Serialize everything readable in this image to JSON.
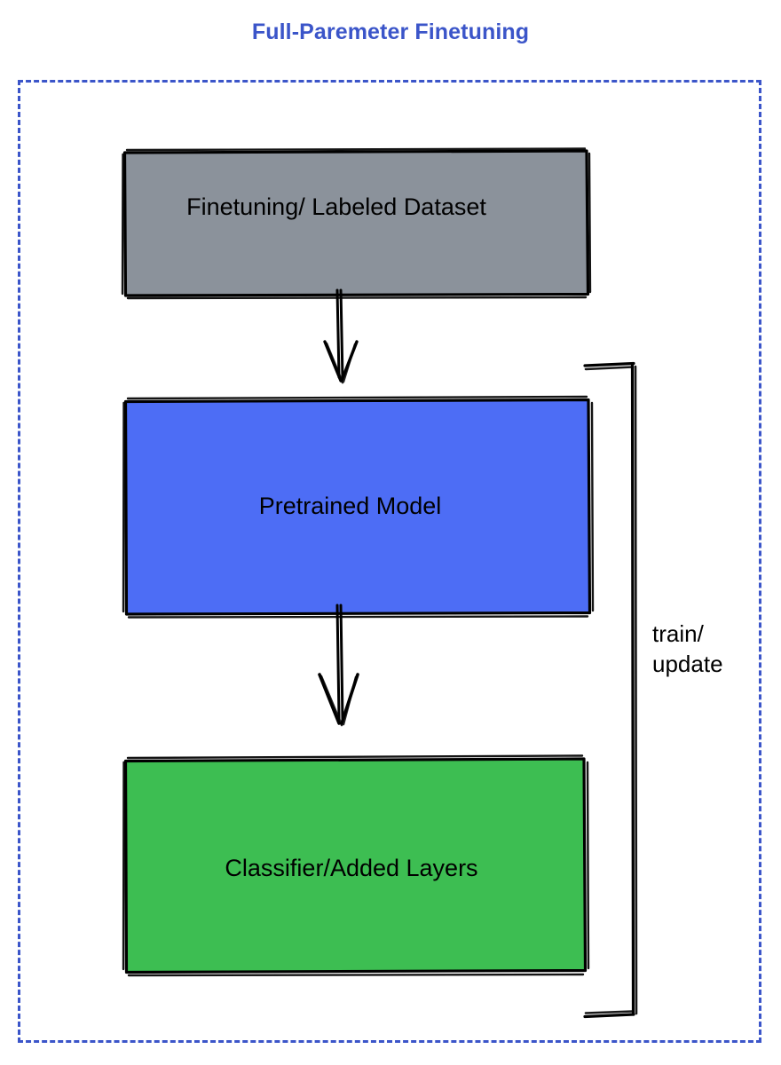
{
  "title": "Full-Paremeter Finetuning",
  "colors": {
    "title_text": "#3b55c9",
    "container_border": "#3b55c9",
    "dataset_fill": "#8b929b",
    "pretrained_fill": "#4d6df5",
    "classifier_fill": "#3dbe52",
    "stroke": "#000000",
    "label_text": "#000000",
    "background": "#ffffff"
  },
  "nodes": [
    {
      "id": "dataset",
      "label": "Finetuning/ Labeled Dataset",
      "fill": "#8b929b"
    },
    {
      "id": "pretrained",
      "label": "Pretrained Model",
      "fill": "#4d6df5"
    },
    {
      "id": "classifier",
      "label": "Classifier/Added Layers",
      "fill": "#3dbe52"
    }
  ],
  "connectors": [
    {
      "id": "dataset-to-pretrained",
      "from": "dataset",
      "to": "pretrained",
      "style": "sketchy-arrow",
      "direction": "down",
      "label": ""
    },
    {
      "id": "pretrained-to-classifier",
      "from": "pretrained",
      "to": "classifier",
      "style": "sketchy-arrow",
      "direction": "down",
      "label": ""
    },
    {
      "id": "feedback-loop",
      "from": "classifier",
      "to": "pretrained",
      "style": "sketchy-bracket",
      "direction": "up",
      "label": "train/\nupdate"
    }
  ],
  "feedback_label": "train/\nupdate"
}
